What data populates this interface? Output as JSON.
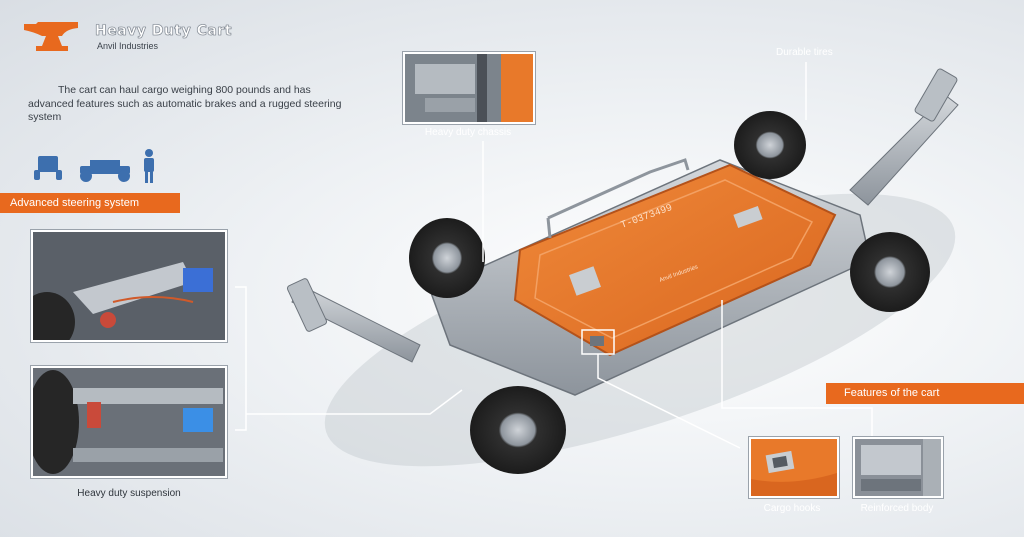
{
  "header": {
    "title": "Heavy Duty Cart",
    "subtitle": "Anvil Industries"
  },
  "intro_text": "The cart can haul cargo weighing 800 pounds and has advanced features such as automatic brakes and a rugged steering system",
  "tags": {
    "steering": "Advanced steering system",
    "features": "Features of the cart"
  },
  "callouts": {
    "chassis": "Heavy duty chassis",
    "tires": "Durable tires",
    "suspension": "Heavy duty suspension",
    "cargo_hooks": "Cargo hooks",
    "reinforced_body": "Reinforced body"
  },
  "cart": {
    "serial": "T-0373499",
    "brand_mark": "Anvil Industries"
  },
  "colors": {
    "accent": "#e8691e",
    "cart_orange": "#e8792a",
    "steel": "#a9b0b8",
    "tire": "#3a3a3a",
    "silhouette": "#3d6fae"
  },
  "icons": {
    "logo": "anvil-icon",
    "silhouettes": [
      "cart-front-icon",
      "cart-side-icon",
      "person-icon"
    ]
  }
}
